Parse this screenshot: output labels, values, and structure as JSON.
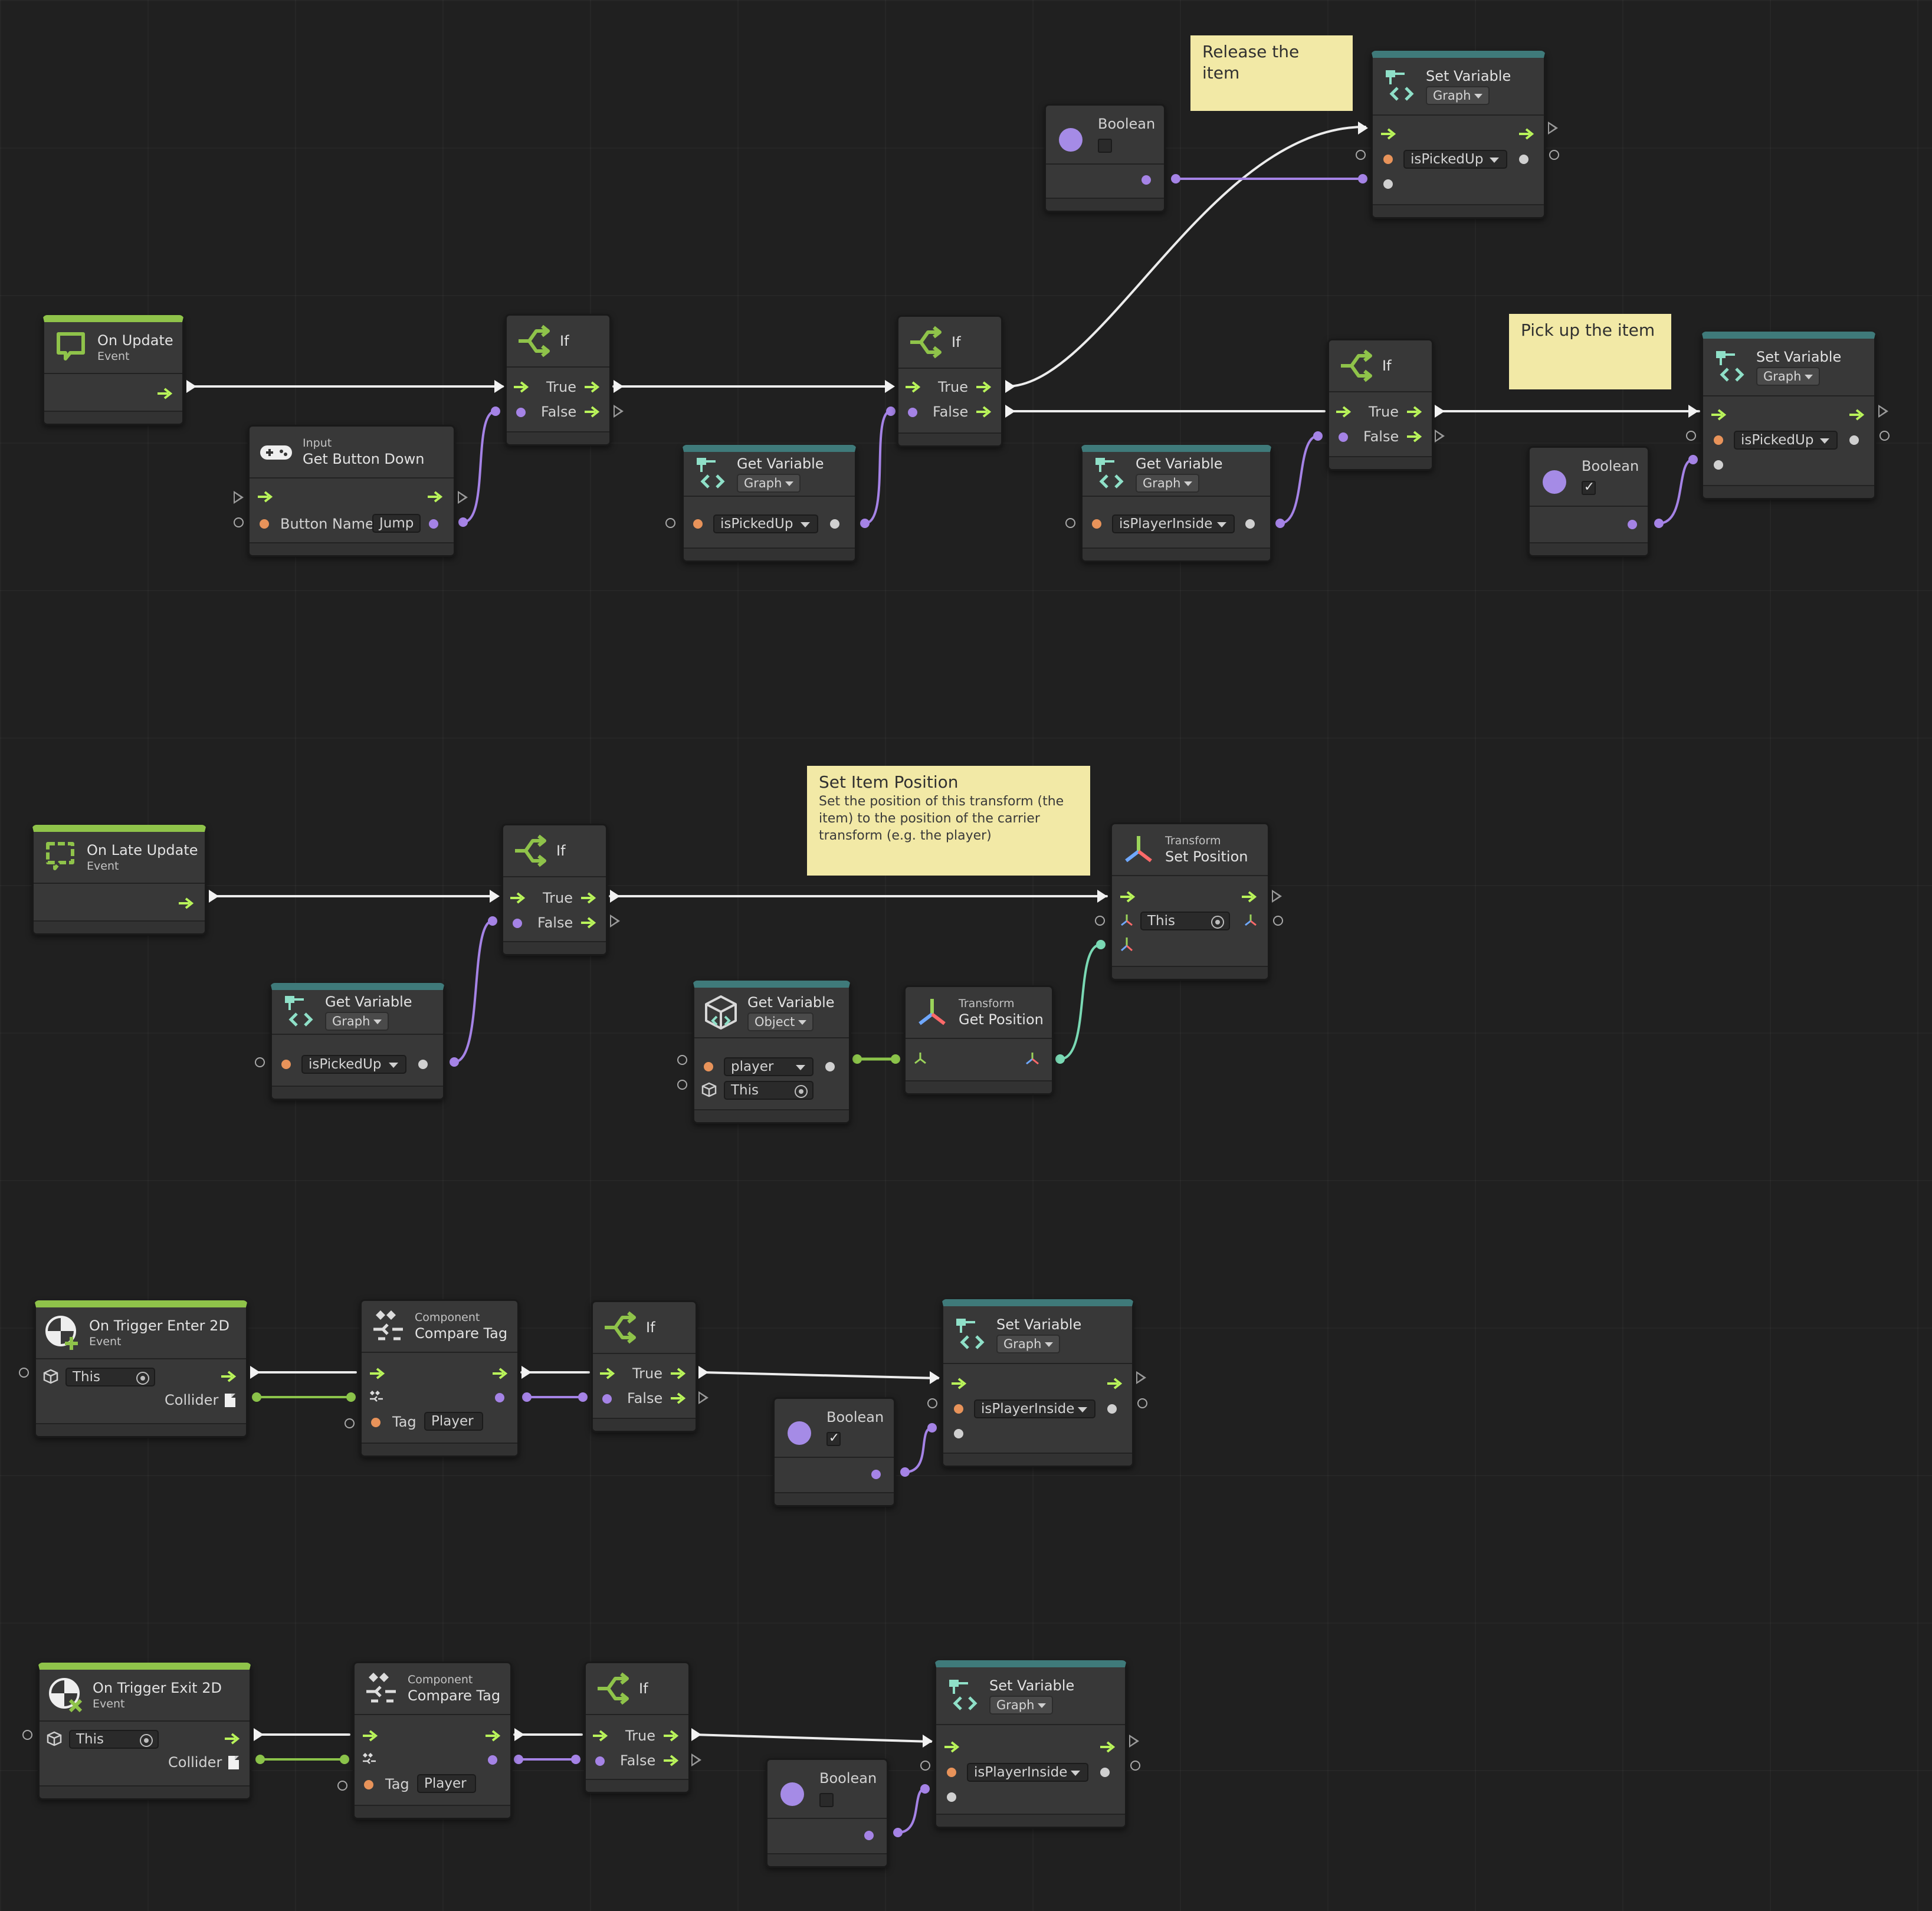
{
  "notes": {
    "release": {
      "title": "Release the item"
    },
    "pickup": {
      "title": "Pick up the item"
    },
    "setpos": {
      "title": "Set Item Position",
      "body": "Set the position of this transform (the item) to the position of the carrier transform (e.g. the player)"
    }
  },
  "labels": {
    "event": "Event",
    "if": "If",
    "true": "True",
    "false": "False",
    "boolean": "Boolean",
    "set_variable": "Set Variable",
    "get_variable": "Get Variable",
    "graph": "Graph",
    "object": "Object",
    "input": "Input",
    "get_button_down": "Get Button Down",
    "button_name": "Button Name",
    "jump": "Jump",
    "transform": "Transform",
    "set_position": "Set Position",
    "get_position": "Get Position",
    "component": "Component",
    "compare_tag": "Compare Tag",
    "tag": "Tag",
    "player_tag": "Player",
    "collider": "Collider",
    "this": "This"
  },
  "events": {
    "on_update": "On Update",
    "on_late_update": "On Late Update",
    "on_trigger_enter": "On Trigger Enter 2D",
    "on_trigger_exit": "On Trigger Exit 2D"
  },
  "variables": {
    "is_picked_up": "isPickedUp",
    "is_player_inside": "isPlayerInside",
    "player": "player"
  },
  "booleans": {
    "release_value": false,
    "pickup_value": true,
    "enter_value": true,
    "exit_value": false
  },
  "colors": {
    "background": "#202020",
    "node_body": "#383838",
    "event_accent": "#8fc34a",
    "variable_accent": "#3f7a7a",
    "flow_arrow": "#b9f45a",
    "boolean_port": "#a583e6",
    "string_port": "#e8935a",
    "transform_wire": "#7ad9b4",
    "object_wire": "#8bc34a",
    "note": "#f2e9a6"
  }
}
